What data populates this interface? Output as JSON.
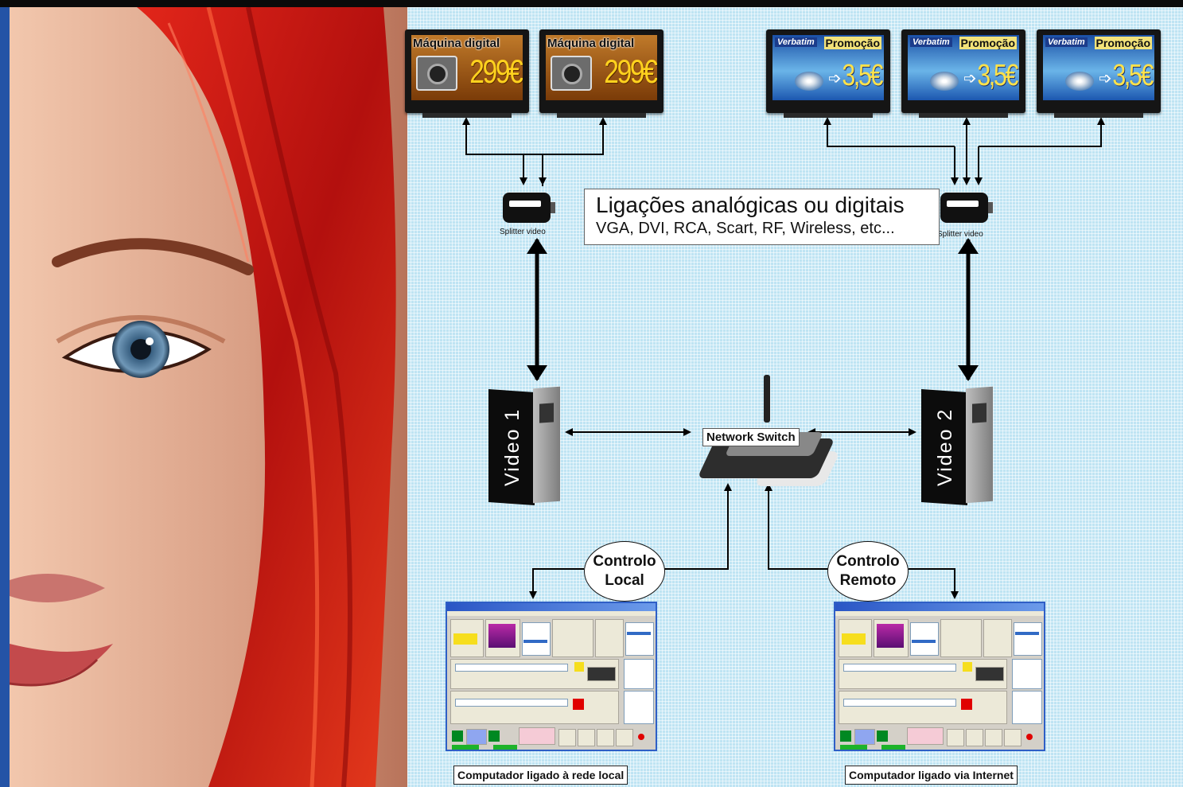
{
  "monitors_left": [
    {
      "product": "Máquina digital",
      "price": "299€"
    },
    {
      "product": "Máquina digital",
      "price": "299€"
    }
  ],
  "monitors_right": [
    {
      "brand": "Verbatim",
      "promo": "Promoção",
      "price": "3,5€"
    },
    {
      "brand": "Verbatim",
      "promo": "Promoção",
      "price": "3,5€"
    },
    {
      "brand": "Verbatim",
      "promo": "Promoção",
      "price": "3,5€"
    }
  ],
  "splitter_caption": "Splitter video",
  "info": {
    "line1": "Ligações analógicas ou digitais",
    "line2": "VGA, DVI, RCA, Scart, RF, Wireless, etc..."
  },
  "video1": "Video 1",
  "video2": "Video 2",
  "switch_label": "Network Switch",
  "control_local": {
    "line1": "Controlo",
    "line2": "Local"
  },
  "control_remote": {
    "line1": "Controlo",
    "line2": "Remoto"
  },
  "caption_local": "Computador ligado à rede local",
  "caption_remote": "Computador ligado via Internet",
  "colors": {
    "canvas": "#bfe4f3",
    "frame": "#2453a6",
    "hair": "#d01818"
  }
}
